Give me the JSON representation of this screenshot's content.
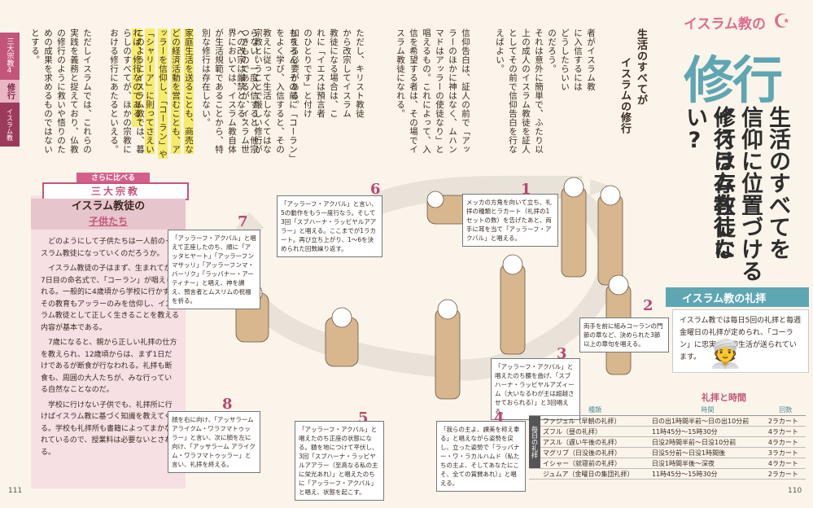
{
  "side_tab": {
    "chapter": "三大宗教4",
    "section": "修行",
    "religion": "イスラム教"
  },
  "page_left": "111",
  "page_right": "110",
  "title": {
    "small": "イスラム教の",
    "big": "修行",
    "question": [
      "生活のすべてを",
      "信仰に位置づける",
      "イスラム教徒に",
      "修行は存在しない?"
    ]
  },
  "intro": {
    "heading": [
      "生活のすべてが",
      "イスラムの修行"
    ],
    "columns": [
      "者がイスラム教に入信するにはどうしたらいいのだろう。",
      "それは意外に簡単で、ふたり以上の成人のイスラム教徒を証人としてその前で信仰告白を行なえばよい。",
      "信仰告白は、証人の前で「アッラーのほかに神はなく、ムハンマドはアッラーの使徒なり」と唱えるもの。これによって、入信を希望する者は、その場でイスラム教徒になれる。",
      "ただし、キリスト教徒から改宗してイスラム教徒になる場合は、これに「イエスは預言者のひとりです」と付け加える必要がある。",
      "もちろん、その前に「コーラン」をよく学び、入信すると、その教えに従って生活しなくてはならない。一度入信すると、他宗への改宗は厳禁となる。",
      "宗教ということで厳しい修行がつきものであるが、イスラム世界においては、イスラム教自体が生活規範であることから、特別な修行は存在しない。",
      "家庭生活を送ることも、商売などの経済活動を営むことも、アッラーを信仰し、「コーラン」や「シャリーア」に則ってさえいれば、修行なのである。",
      "このようにイスラム教では、暮らしのすべてが、ほかの宗教における修行にあたるといえる。",
      "ただしイスラムでは、これらの実践を義務と捉えており、仏教の修行のように救いや悟りのための成果を求めるものではないとする。"
    ]
  },
  "compare": {
    "flag": "さらに比べる",
    "series": "三大宗教",
    "heading": "イスラム教徒の",
    "subheading": "子供たち",
    "paragraphs": [
      "どのようにして子供たちは一人前のイスラム教徒になっていくのだろうか。",
      "イスラム教徒の子はまず、生まれてから7日目の命名式で、「コーラン」が唱えられる。一般的に4歳頃から学校に行かず、その教育もアッラーのみを信仰し、イスラム教徒として正しく生きることを教える内容が基本である。",
      "7歳になると、親から正しい礼拝の仕方を教えられ、12歳頃からは、まず1日だけであるが断食が行なわれる。礼拝も断食も、周囲の大人たちが、みな行っている自然なことなのだ。",
      "学校に行けない子供でも、礼拝所に行けばイスラム教に基づく知識を教えてくれる。学校も礼拝所も書籍によってまかなわれているので、授業料は必要ないとされる。"
    ]
  },
  "steps": [
    {
      "n": "1",
      "text": "メッカの方角を向いて立ち、礼拝の種類とラカート（礼拝の1セットの数）を告げたあと、両手に耳を当て「アッラーフ・アクバル」と唱える。"
    },
    {
      "n": "2",
      "text": "両手を前に組みコーランの門節の章など、決められた3節以上の章句を唱える。"
    },
    {
      "n": "3",
      "text": "「アッラーフ・アクバル」と唱えたのち腰を曲げ、「スブハーナ・ラッビヤルアズィーム（大いなるわが主は超越させておられる）」と3回唱える。"
    },
    {
      "n": "4",
      "text": "「我らの主よ、讃美を称え奉る」と唱えながら姿勢を戻し、立った姿勢で「ラッバナー・ワ・ラカルハムド（私たちの主よ、そしてあなたにこそ、全ての賞賛あれ）」と唱える。"
    },
    {
      "n": "5",
      "text": "「アッラーフ・アクバル」と唱えたのち正座の状態になる。額を地につけて平伏し、3回「スブハーナ・ラッビヤルアアラー（至高なる私の主に栄光あれ）」と唱えたのちに「アッラーフ・アクバル」と唱え、状態を起こす。"
    },
    {
      "n": "6",
      "text": "「アッラーフ・アクバル」と言い、5の動作をもう一度行なう。そして3回「スブハーナ・ラッビヤルアアラー」と唱える。ここまでが1ラカート。再び立ち上がり、1〜6を決められた回数繰り返す。"
    },
    {
      "n": "7",
      "text": "「アッラーフ・アクバル」と唱えて正座したのち、順に「アッタヒヤート」「アッラーフンマサッリ」「アッラーフンマ・バーリク」「ラッバナー・アーティナー」と唱え、神を讃え、預言者とムスリムの祝福を祈る。"
    },
    {
      "n": "8",
      "text": "顔を右に向け、「アッサラーム アライクム・ワラフマトゥッラー」と言い、次に顔を左に向け、「アッサラーム アライクム・ワラフマトゥッラー」と言い、礼拝を終える。"
    }
  ],
  "prayer": {
    "band": "イスラム教の礼拝",
    "text": "イスラム教では毎日5回の礼拝と毎週金曜日の礼拝が定められ、「コーラン」に忠実な信仰生活が送られています。",
    "table_title": "礼拝と時間",
    "headers": [
      "種類",
      "時間",
      "回数"
    ],
    "group_label": "毎日の礼拝",
    "rows": [
      [
        "ファジュル（早朝の礼拝）",
        "日の出1時間半前〜日の出10分前",
        "2ラカート"
      ],
      [
        "ズフル（昼の礼拝）",
        "11時45分〜15時30分",
        "4ラカート"
      ],
      [
        "アスル（遅い午後の礼拝）",
        "日没2時間半前〜日没10分前",
        "4ラカート"
      ],
      [
        "マグリブ（日没後の礼拝）",
        "日没5分前〜日没1時間後",
        "3ラカート"
      ],
      [
        "イシャー（就寝前の礼拝）",
        "日没1時間半後〜深夜",
        "4ラカート"
      ],
      [
        "ジュムア（金曜日の集団礼拝）",
        "11時45分〜15時30分",
        "2ラカート"
      ]
    ]
  },
  "colors": {
    "pink": "#c4557a",
    "teal": "#5fa6b3",
    "highlight": "#f7ec6a",
    "compare_bg": "#f6e0e3"
  }
}
